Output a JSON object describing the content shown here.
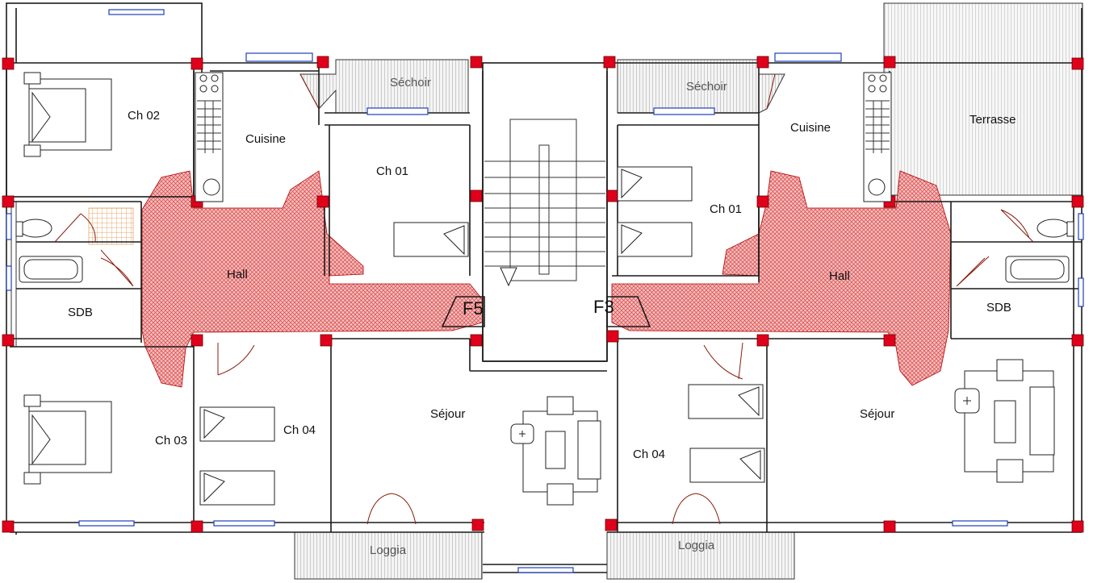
{
  "rooms": {
    "ch02": "Ch 02",
    "cuisine_left": "Cuisine",
    "sechoir_left": "Séchoir",
    "ch01_left": "Ch 01",
    "hall_left": "Hall",
    "sdb_left": "SDB",
    "ch03": "Ch 03",
    "ch04_left": "Ch 04",
    "sejour_left": "Séjour",
    "loggia_left": "Loggia",
    "f5": "F5",
    "f3": "F3",
    "sechoir_right": "Séchoir",
    "cuisine_right": "Cuisine",
    "terrasse": "Terrasse",
    "ch01_right": "Ch 01",
    "hall_right": "Hall",
    "sdb_right": "SDB",
    "sejour_right": "Séjour",
    "ch04_right": "Ch 04",
    "loggia_right": "Loggia"
  },
  "colors": {
    "column": "#e0001b",
    "window": "#1d3fb8",
    "hall_hatch": "#e06060",
    "wall": "#1a1a1a"
  }
}
